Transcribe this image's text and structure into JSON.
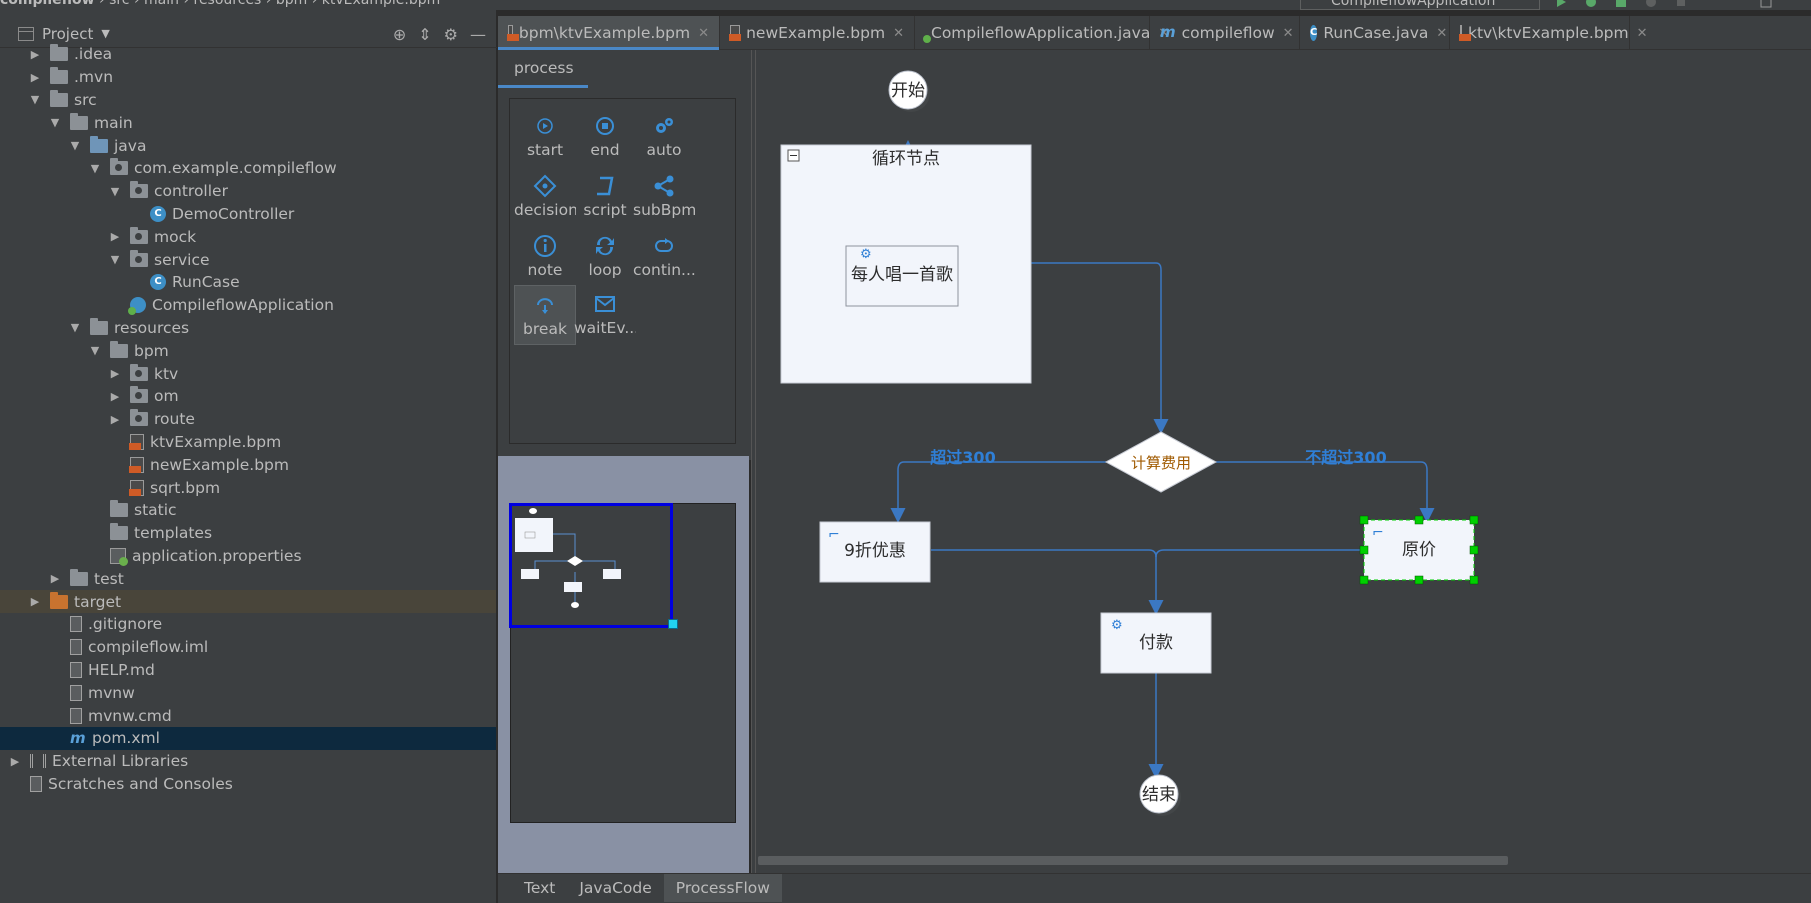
{
  "topbar": {
    "crumbs": [
      "compileflow",
      "src",
      "main",
      "resources",
      "bpm",
      "ktvExample.bpm"
    ],
    "run_config": "CompileflowApplication"
  },
  "project": {
    "title": "Project",
    "tree": [
      {
        "label": ".idea",
        "kind": "folder",
        "depth": 1,
        "arrow": "right"
      },
      {
        "label": ".mvn",
        "kind": "folder",
        "depth": 1,
        "arrow": "right"
      },
      {
        "label": "src",
        "kind": "folder",
        "depth": 1,
        "arrow": "down"
      },
      {
        "label": "main",
        "kind": "folder",
        "depth": 2,
        "arrow": "down"
      },
      {
        "label": "java",
        "kind": "folder-blue",
        "depth": 3,
        "arrow": "down"
      },
      {
        "label": "com.example.compileflow",
        "kind": "package",
        "depth": 4,
        "arrow": "down"
      },
      {
        "label": "controller",
        "kind": "package",
        "depth": 5,
        "arrow": "down"
      },
      {
        "label": "DemoController",
        "kind": "class",
        "depth": 6,
        "arrow": ""
      },
      {
        "label": "mock",
        "kind": "package",
        "depth": 5,
        "arrow": "right"
      },
      {
        "label": "service",
        "kind": "package",
        "depth": 5,
        "arrow": "down"
      },
      {
        "label": "RunCase",
        "kind": "class",
        "depth": 6,
        "arrow": ""
      },
      {
        "label": "CompileflowApplication",
        "kind": "app",
        "depth": 5,
        "arrow": ""
      },
      {
        "label": "resources",
        "kind": "folder-res",
        "depth": 3,
        "arrow": "down"
      },
      {
        "label": "bpm",
        "kind": "folder",
        "depth": 4,
        "arrow": "down"
      },
      {
        "label": "ktv",
        "kind": "package",
        "depth": 5,
        "arrow": "right"
      },
      {
        "label": "om",
        "kind": "package",
        "depth": 5,
        "arrow": "right"
      },
      {
        "label": "route",
        "kind": "package",
        "depth": 5,
        "arrow": "right"
      },
      {
        "label": "ktvExample.bpm",
        "kind": "bpm",
        "depth": 5,
        "arrow": ""
      },
      {
        "label": "newExample.bpm",
        "kind": "bpm",
        "depth": 5,
        "arrow": ""
      },
      {
        "label": "sqrt.bpm",
        "kind": "bpm",
        "depth": 5,
        "arrow": ""
      },
      {
        "label": "static",
        "kind": "folder",
        "depth": 4,
        "arrow": ""
      },
      {
        "label": "templates",
        "kind": "folder",
        "depth": 4,
        "arrow": ""
      },
      {
        "label": "application.properties",
        "kind": "spring",
        "depth": 4,
        "arrow": ""
      },
      {
        "label": "test",
        "kind": "folder",
        "depth": 2,
        "arrow": "right"
      },
      {
        "label": "target",
        "kind": "folder-orange",
        "depth": 1,
        "arrow": "right"
      },
      {
        "label": ".gitignore",
        "kind": "file",
        "depth": 2,
        "arrow": ""
      },
      {
        "label": "compileflow.iml",
        "kind": "file",
        "depth": 2,
        "arrow": ""
      },
      {
        "label": "HELP.md",
        "kind": "file",
        "depth": 2,
        "arrow": ""
      },
      {
        "label": "mvnw",
        "kind": "file",
        "depth": 2,
        "arrow": ""
      },
      {
        "label": "mvnw.cmd",
        "kind": "file",
        "depth": 2,
        "arrow": ""
      },
      {
        "label": "pom.xml",
        "kind": "maven",
        "depth": 2,
        "arrow": ""
      },
      {
        "label": "External Libraries",
        "kind": "libs",
        "depth": 0,
        "arrow": "right"
      },
      {
        "label": "Scratches and Consoles",
        "kind": "scratch",
        "depth": 0,
        "arrow": ""
      }
    ]
  },
  "tabs": [
    {
      "label": "bpm\\ktvExample.bpm",
      "icon": "bpm-file-icon",
      "active": true
    },
    {
      "label": "newExample.bpm",
      "icon": "bpm-file-icon",
      "active": false
    },
    {
      "label": "CompileflowApplication.java",
      "icon": "spring-class-icon",
      "active": false
    },
    {
      "label": "compileflow",
      "icon": "maven-icon",
      "active": false
    },
    {
      "label": "RunCase.java",
      "icon": "class-icon",
      "active": false
    },
    {
      "label": "ktv\\ktvExample.bpm",
      "icon": "bpm-file-icon",
      "active": false
    }
  ],
  "palette": {
    "tab": "process",
    "tools": [
      {
        "label": "start",
        "icon": "start-icon"
      },
      {
        "label": "end",
        "icon": "end-icon"
      },
      {
        "label": "auto",
        "icon": "gears-icon"
      },
      {
        "label": "decision",
        "icon": "decision-icon"
      },
      {
        "label": "script",
        "icon": "script-icon"
      },
      {
        "label": "subBpm",
        "icon": "share-icon"
      },
      {
        "label": "note",
        "icon": "info-icon"
      },
      {
        "label": "loop",
        "icon": "loop-icon"
      },
      {
        "label": "contin...",
        "icon": "continue-icon"
      },
      {
        "label": "break",
        "icon": "break-icon"
      },
      {
        "label": "waitEv...",
        "icon": "mail-icon"
      }
    ]
  },
  "bottom_tabs": [
    {
      "label": "Text",
      "active": false
    },
    {
      "label": "JavaCode",
      "active": false
    },
    {
      "label": "ProcessFlow",
      "active": true
    }
  ],
  "diagram": {
    "start": "开始",
    "loop_title": "循环节点",
    "loop_task": "每人唱一首歌",
    "decision": "计算费用",
    "edge_over": "超过300",
    "edge_not_over": "不超过300",
    "discount": "9折优惠",
    "original": "原价",
    "pay": "付款",
    "end": "结束",
    "colors": {
      "edge": "#3b78c3",
      "edge_label": "#2f7fd6",
      "node_fill": "#f2f5fb",
      "decision_text": "#a05a00",
      "selection": "#00d000"
    }
  }
}
